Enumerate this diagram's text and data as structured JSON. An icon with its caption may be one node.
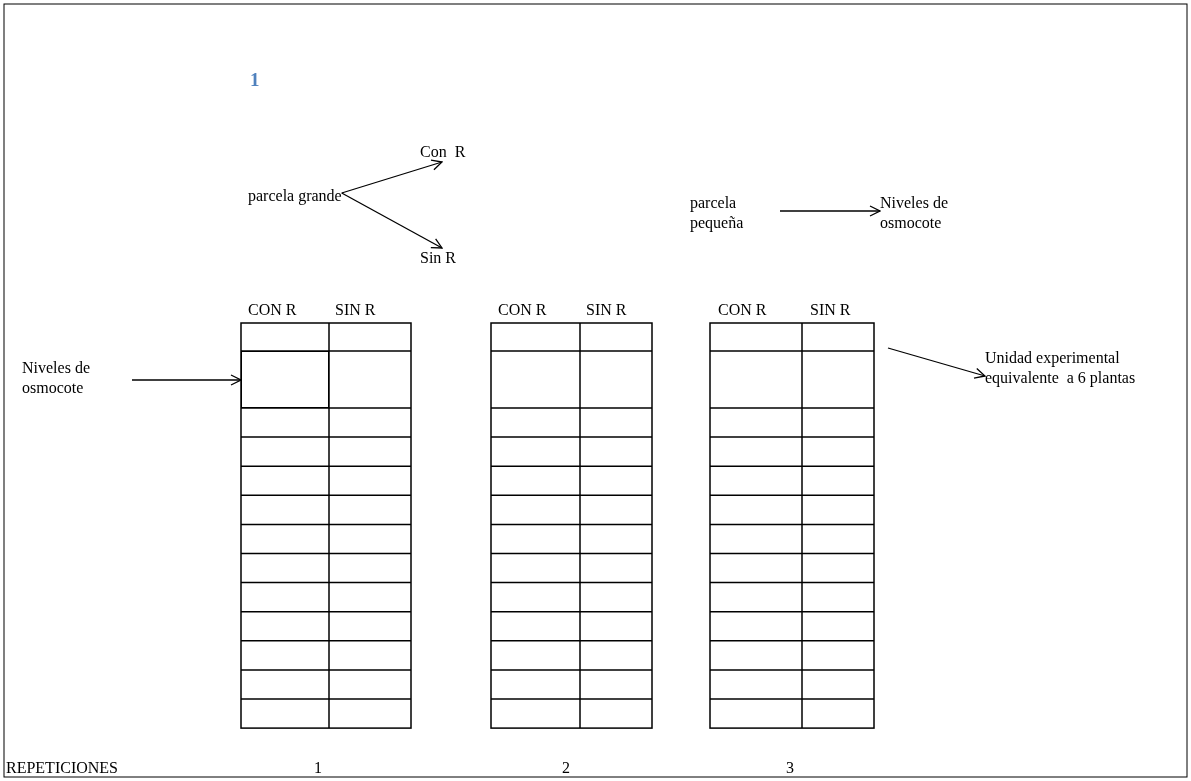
{
  "diagram": {
    "title": "1",
    "nodes": [
      {
        "text": [
          "parcela grande"
        ]
      },
      {
        "text": [
          "Con  R"
        ]
      },
      {
        "text": [
          "Sin R"
        ]
      },
      {
        "text": [
          "parcela pequeña"
        ]
      },
      {
        "text": [
          "Niveles de osmocote"
        ]
      },
      {
        "text": [
          "Niveles de osmocote"
        ]
      },
      {
        "text": [],
        "shape": "box"
      },
      {
        "text": [
          "Unidad experimental equivalente  a 6 plantas"
        ]
      }
    ],
    "edges": [
      {
        "from": 0,
        "to": 1,
        "arrow": "to"
      },
      {
        "from": 0,
        "to": 2,
        "arrow": "to"
      },
      {
        "from": 3,
        "to": 4,
        "arrow": "to"
      },
      {
        "from": 5,
        "to": 6,
        "arrow": "to"
      },
      {
        "from": null,
        "to": 7,
        "arrow": "to"
      }
    ],
    "labels": [
      "CON R",
      "SIN R",
      "CON R",
      "SIN R",
      "CON R",
      "SIN R",
      "REPETICIONES",
      "1",
      "2",
      "3"
    ]
  }
}
